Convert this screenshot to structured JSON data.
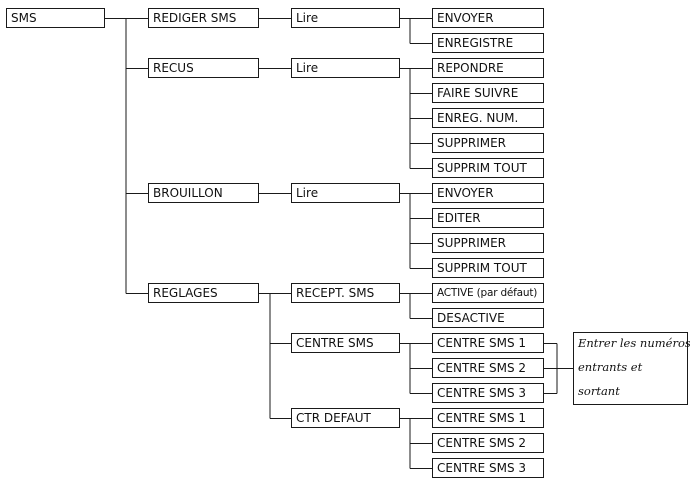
{
  "root": "SMS",
  "menu": {
    "rediger": {
      "label": "REDIGER SMS",
      "lire": "Lire",
      "actions": [
        "ENVOYER",
        "ENREGISTRE"
      ]
    },
    "recus": {
      "label": "RECUS",
      "lire": "Lire",
      "actions": [
        "REPONDRE",
        "FAIRE SUIVRE",
        "ENREG. NUM.",
        "SUPPRIMER",
        "SUPPRIM TOUT"
      ]
    },
    "brouillon": {
      "label": "BROUILLON",
      "lire": "Lire",
      "actions": [
        "ENVOYER",
        "EDITER",
        "SUPPRIMER",
        "SUPPRIM TOUT"
      ]
    },
    "reglages": {
      "label": "REGLAGES",
      "recept": {
        "label": "RECEPT. SMS",
        "options": [
          "ACTIVE (par défaut)",
          "DESACTIVE"
        ]
      },
      "centre": {
        "label": "CENTRE SMS",
        "options": [
          "CENTRE SMS 1",
          "CENTRE SMS 2",
          "CENTRE SMS 3"
        ]
      },
      "ctr_defaut": {
        "label": "CTR DEFAUT",
        "options": [
          "CENTRE SMS 1",
          "CENTRE SMS 2",
          "CENTRE SMS 3"
        ]
      }
    }
  },
  "note": [
    "Entrer les numéros",
    "entrants et",
    "sortant"
  ]
}
